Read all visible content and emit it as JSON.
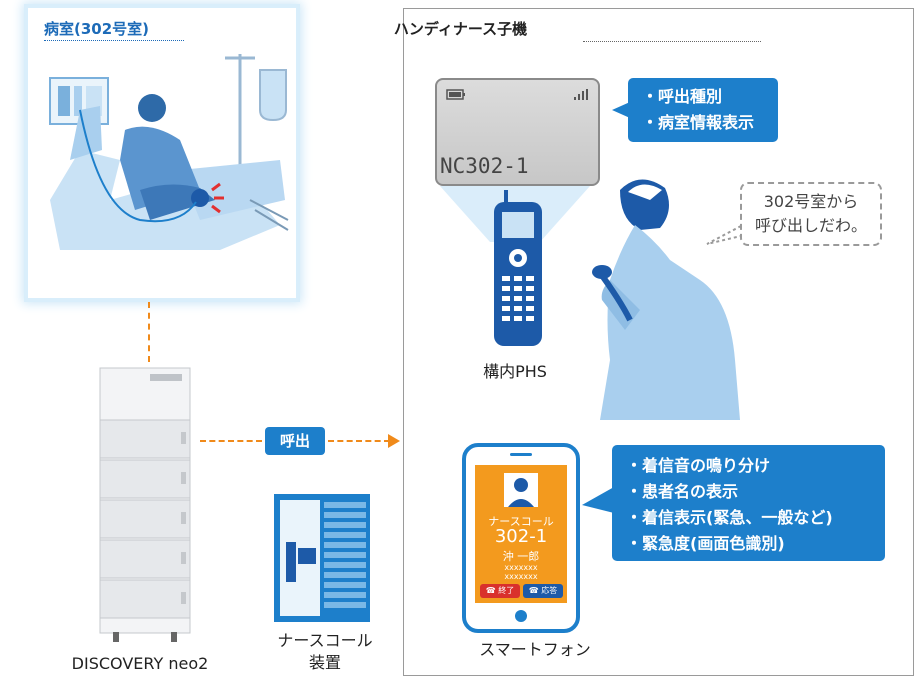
{
  "room": {
    "title": "病室(302号室)"
  },
  "handy": {
    "title": "ハンディナース子機"
  },
  "phs": {
    "screen_code": "NC302-1",
    "label": "構内PHS",
    "features": [
      "・呼出種別",
      "・病室情報表示"
    ]
  },
  "speech": {
    "lines": [
      "302号室から",
      "呼び出しだわ。"
    ]
  },
  "call_label": "呼出",
  "server_label": "DISCOVERY neo2",
  "nurse_call": {
    "lines": [
      "ナースコール",
      "装置"
    ]
  },
  "smartphone": {
    "label": "スマートフォン",
    "screen_title": "ナースコール",
    "screen_room": "302-1",
    "screen_name": "沖 一郎",
    "screen_masked": [
      "xxxxxxx",
      "xxxxxxx"
    ],
    "btn_end": "終了",
    "btn_answer": "応答",
    "features": [
      "・着信音の鳴り分け",
      "・患者名の表示",
      "・着信表示(緊急、一般など)",
      "・緊急度(画面色識別)"
    ]
  },
  "colors": {
    "accent": "#1d7fcb",
    "illustration": "#a9cfee",
    "dark_blue": "#1d5aa8",
    "phone_screen": "#f39a1e",
    "callout_red": "#e23030"
  }
}
